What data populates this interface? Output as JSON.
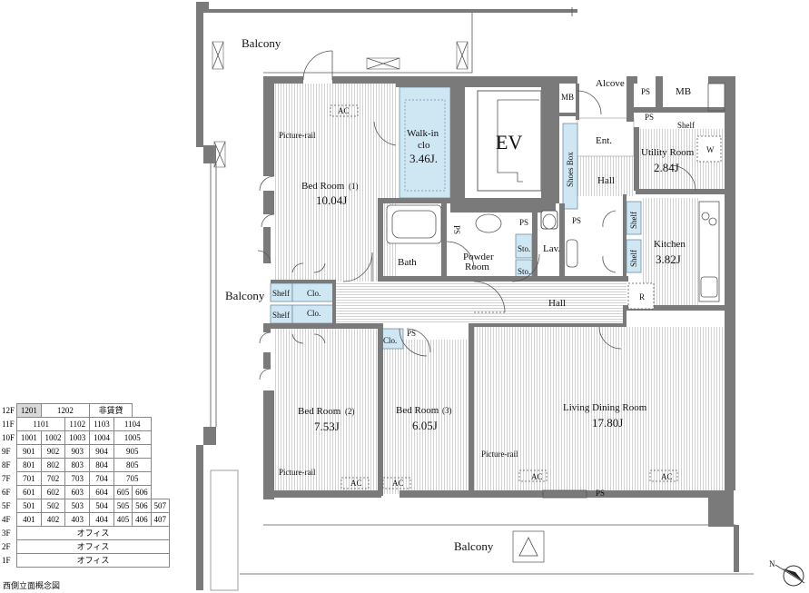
{
  "rooms": {
    "balcony_top": "Balcony",
    "balcony_left": "Balcony",
    "balcony_bottom": "Balcony",
    "bedroom1_name": "Bed Room",
    "bedroom1_num": "(1)",
    "bedroom1_size": "10.04J",
    "walkin_name": "Walk-in",
    "walkin_name2": "clo",
    "walkin_size": "3.46J.",
    "ev": "EV",
    "mb1": "MB",
    "alcove": "Alcove",
    "ps_top": "PS",
    "mb2": "MB",
    "ps_shelf": "PS",
    "shelf_top": "Shelf",
    "ent": "Ent.",
    "utility_name": "Utility Room",
    "utility_size": "2.84J",
    "w": "W",
    "shoes_box": "Shoes Box",
    "hall_upper": "Hall",
    "ps_bath": "PS",
    "ps_powder": "PS",
    "ps_lav": "PS",
    "bath": "Bath",
    "powder_room_1": "Powder",
    "powder_room_2": "Room",
    "sto1": "Sto.",
    "sto2": "Sto.",
    "lav": "Lav.",
    "kitchen_name": "Kitchen",
    "kitchen_size": "3.82J",
    "shelf_k1": "Shelf",
    "shelf_k2": "Shelf",
    "r": "R",
    "hall_main": "Hall",
    "shelf_l1": "Shelf",
    "clo_l1": "Clo.",
    "shelf_l2": "Shelf",
    "clo_l2": "Clo.",
    "clo_mid": "Clo.",
    "ps_mid": "PS",
    "bedroom2_name": "Bed Room",
    "bedroom2_num": "(2)",
    "bedroom2_size": "7.53J",
    "bedroom3_name": "Bed Room",
    "bedroom3_num": "(3)",
    "bedroom3_size": "6.05J",
    "living_name": "Living Dining Room",
    "living_size": "17.80J",
    "picture_rail_1": "Picture-rail",
    "picture_rail_2": "Picture-rail",
    "picture_rail_3": "Picture-rail",
    "ac_bed1": "AC",
    "ac_bed2": "AC",
    "ac_bed3": "AC",
    "ac_ldr1": "AC",
    "ac_ldr2": "AC",
    "ps_bottom": "PS"
  },
  "elevation": {
    "rows": [
      {
        "floor": "12F",
        "cells": [
          {
            "t": "1201",
            "span": 1,
            "shade": true
          },
          {
            "t": "1202",
            "span": 2
          },
          {
            "t": "非賃貸",
            "span": 2
          }
        ]
      },
      {
        "floor": "11F",
        "cells": [
          {
            "t": "1101",
            "span": 2
          },
          {
            "t": "1102",
            "span": 1
          },
          {
            "t": "1103",
            "span": 1
          },
          {
            "t": "1104",
            "span": 2
          }
        ]
      },
      {
        "floor": "10F",
        "cells": [
          {
            "t": "1001",
            "span": 1
          },
          {
            "t": "1002",
            "span": 1
          },
          {
            "t": "1003",
            "span": 1
          },
          {
            "t": "1004",
            "span": 1
          },
          {
            "t": "1005",
            "span": 2
          }
        ]
      },
      {
        "floor": "9F",
        "cells": [
          {
            "t": "901",
            "span": 1
          },
          {
            "t": "902",
            "span": 1
          },
          {
            "t": "903",
            "span": 1
          },
          {
            "t": "904",
            "span": 1
          },
          {
            "t": "905",
            "span": 2
          }
        ]
      },
      {
        "floor": "8F",
        "cells": [
          {
            "t": "801",
            "span": 1
          },
          {
            "t": "802",
            "span": 1
          },
          {
            "t": "803",
            "span": 1
          },
          {
            "t": "804",
            "span": 1
          },
          {
            "t": "805",
            "span": 2
          }
        ]
      },
      {
        "floor": "7F",
        "cells": [
          {
            "t": "701",
            "span": 1
          },
          {
            "t": "702",
            "span": 1
          },
          {
            "t": "703",
            "span": 1
          },
          {
            "t": "704",
            "span": 1
          },
          {
            "t": "705",
            "span": 2
          }
        ]
      },
      {
        "floor": "6F",
        "cells": [
          {
            "t": "601",
            "span": 1
          },
          {
            "t": "602",
            "span": 1
          },
          {
            "t": "603",
            "span": 1
          },
          {
            "t": "604",
            "span": 1
          },
          {
            "t": "605",
            "span": 1
          },
          {
            "t": "606",
            "span": 1
          }
        ]
      },
      {
        "floor": "5F",
        "cells": [
          {
            "t": "501",
            "span": 1
          },
          {
            "t": "502",
            "span": 1
          },
          {
            "t": "503",
            "span": 1
          },
          {
            "t": "504",
            "span": 1
          },
          {
            "t": "505",
            "span": 1
          },
          {
            "t": "506",
            "span": 1
          },
          {
            "t": "507",
            "span": 1
          }
        ]
      },
      {
        "floor": "4F",
        "cells": [
          {
            "t": "401",
            "span": 1
          },
          {
            "t": "402",
            "span": 1
          },
          {
            "t": "403",
            "span": 1
          },
          {
            "t": "404",
            "span": 1
          },
          {
            "t": "405",
            "span": 1
          },
          {
            "t": "406",
            "span": 1
          },
          {
            "t": "407",
            "span": 1
          }
        ]
      },
      {
        "floor": "3F",
        "cells": [
          {
            "t": "オフィス",
            "span": 7
          }
        ]
      },
      {
        "floor": "2F",
        "cells": [
          {
            "t": "オフィス",
            "span": 7
          }
        ]
      },
      {
        "floor": "1F",
        "cells": [
          {
            "t": "オフィス",
            "span": 7
          }
        ]
      }
    ],
    "caption": "西側立面概念図"
  },
  "compass": {
    "label": "N"
  }
}
